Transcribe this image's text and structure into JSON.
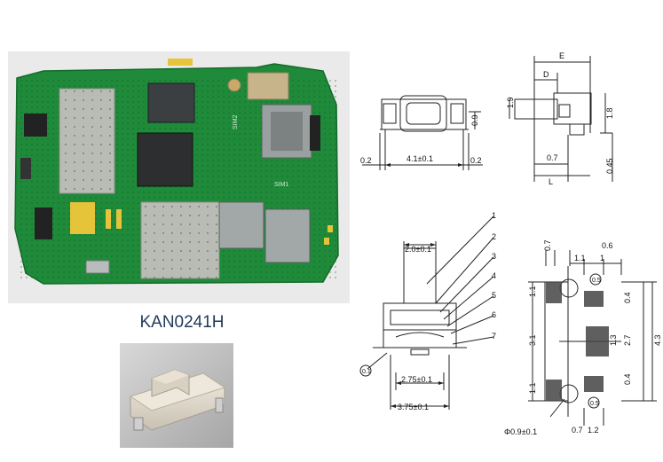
{
  "product": {
    "part_number": "KAN0241H"
  },
  "images": {
    "pcb_photo": "circuit-board-photo",
    "switch_photo": "tact-switch-photo"
  },
  "pcb_labels": {
    "sim2": "SIM2",
    "sim1": "SIM1"
  },
  "dimensions": {
    "front": {
      "left_offset": "0.2",
      "width": "4.1±0.1",
      "right_offset": "0.2",
      "height": "0.9"
    },
    "side": {
      "E": "E",
      "D": "D",
      "L": "L",
      "left_h": "1.9",
      "right_h": "1.8",
      "bottom_gap": "0.7",
      "bottom_h": "0.45"
    },
    "section": {
      "top_width": "2.0±0.1",
      "inner_width": "2.75±0.1",
      "outer_width": "3.75±0.1",
      "callouts": [
        "1",
        "2",
        "3",
        "4",
        "5",
        "6",
        "7"
      ],
      "ref_left": "0.1"
    },
    "footprint": {
      "top_a": "0.7",
      "top_b": "0.6",
      "top_c": "1.1",
      "top_d": "1",
      "left_top": "1.1",
      "left_mid": "3.1",
      "left_bot": "1.1",
      "right_a": "0.4",
      "right_b": "1.3",
      "right_c": "2.7",
      "right_d": "0.4",
      "right_total": "4.3",
      "bottom_hole": "Φ0.9±0.1",
      "bottom_a": "0.7",
      "bottom_b": "1.2",
      "circ_top": "0.5",
      "circ_bot": "0.5"
    }
  },
  "colors": {
    "pcb_green": "#1f8a3a",
    "shield": "#b9bcb4",
    "gold": "#e6c43a",
    "hatch": "#444444"
  }
}
